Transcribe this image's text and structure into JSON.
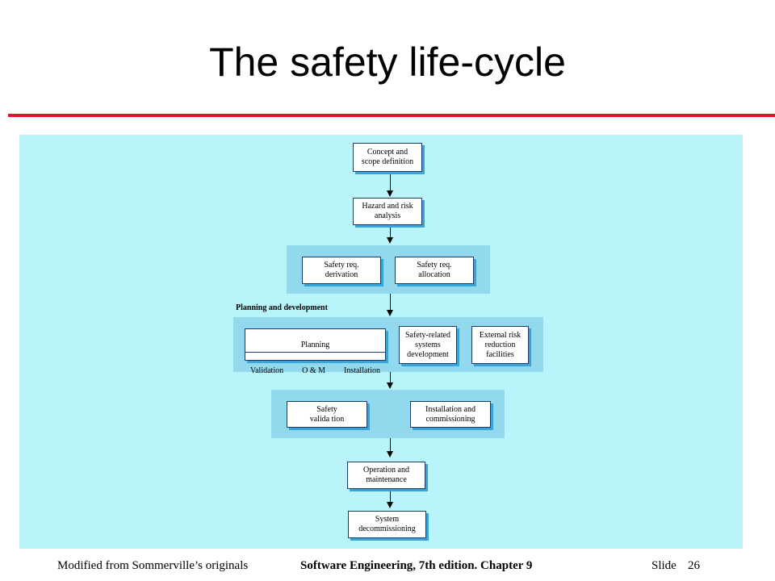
{
  "slide": {
    "title": "The safety life-cycle"
  },
  "diagram": {
    "concept": "Concept and\nscope definition",
    "hazard": "Hazard and risk\nanalysis",
    "derivation": "Safety req.\nderivation",
    "allocation": "Safety req.\nallocation",
    "section_label": "Planning and development",
    "planning": {
      "header": "Planning",
      "validation": "Validation",
      "om": "O & M",
      "installation": "Installation"
    },
    "srs_dev": "Safety-related\nsystems\ndevelopment",
    "external": "External risk\nreduction\nfacilities",
    "validation": "Safety\nvalida tion",
    "install_commission": "Installation and\ncommissioning",
    "operation": "Operation and\nmaintenance",
    "decommission": "System\ndecommissioning"
  },
  "footer": {
    "left": "Modified from Sommerville’s originals",
    "center": "Software Engineering, 7th edition. Chapter 9",
    "slide_label": "Slide",
    "slide_number": "26"
  },
  "colors": {
    "accent_line": "#e8102a",
    "panel": "#b9f4fb",
    "group": "#92d9ee",
    "shadow": "#39a4d8"
  }
}
